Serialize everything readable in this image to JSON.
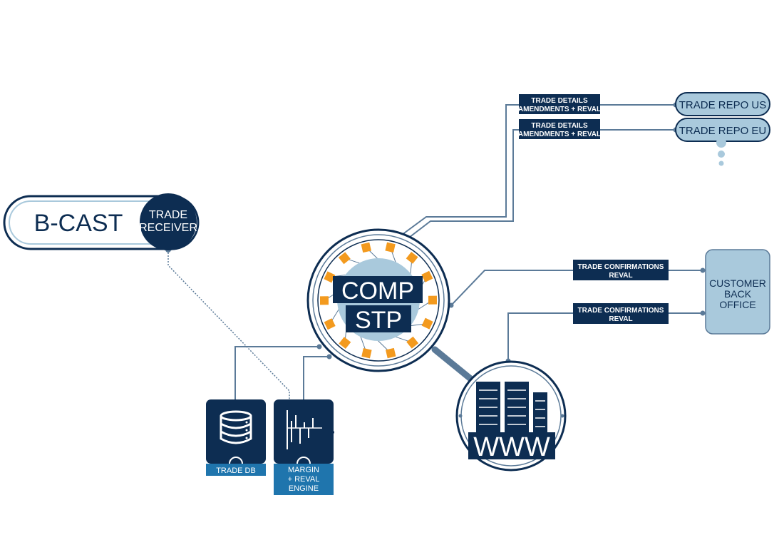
{
  "colors": {
    "navy": "#0d2d52",
    "line": "#5b7a98",
    "light_blue": "#a9c9dc",
    "orange": "#f39a1e",
    "bright_blue": "#1f75ad"
  },
  "bcast": {
    "title": "B-CAST",
    "receiver_line1": "TRADE",
    "receiver_line2": "RECEIVER"
  },
  "hub": {
    "line1": "COMP",
    "line2": "STP"
  },
  "messages": {
    "repo_us": {
      "line1": "TRADE DETAILS",
      "line2": "AMENDMENTS + REVAL"
    },
    "repo_eu": {
      "line1": "TRADE DETAILS",
      "line2": "AMENDMENTS + REVAL"
    },
    "confirm_top": {
      "line1": "TRADE CONFIRMATIONS",
      "line2": "REVAL"
    },
    "confirm_bottom": {
      "line1": "TRADE CONFIRMATIONS",
      "line2": "REVAL"
    }
  },
  "repos": {
    "us": "TRADE REPO US",
    "eu": "TRADE REPO EU"
  },
  "customer": {
    "line1": "CUSTOMER",
    "line2": "BACK",
    "line3": "OFFICE"
  },
  "trade_db": {
    "label": "TRADE DB",
    "icon": "database-icon"
  },
  "margin_engine": {
    "line1": "MARGIN",
    "line2": "+ REVAL",
    "line3": "ENGINE",
    "icon": "bar-chart-icon"
  },
  "www": {
    "label": "WWW",
    "icon": "server-rack-icon"
  }
}
